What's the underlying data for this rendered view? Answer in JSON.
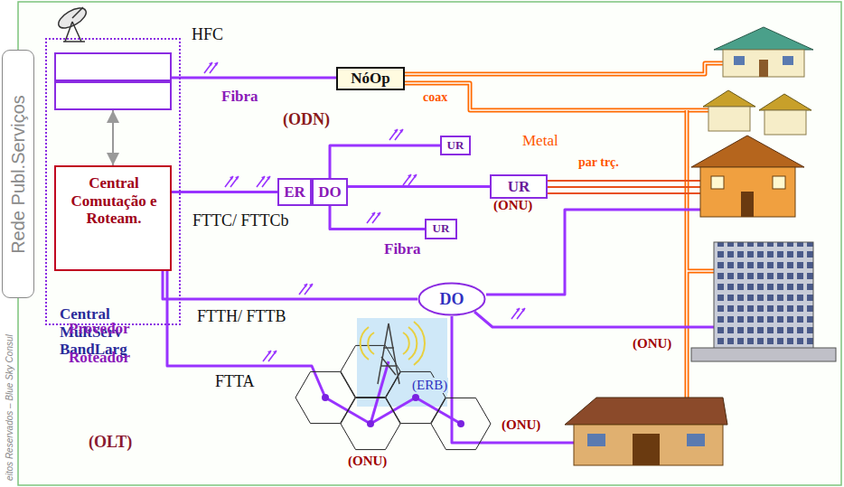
{
  "diagram": {
    "nodes": [
      {
        "text": [
          "Rede Publ.Serviços"
        ]
      },
      {
        "text": [
          "Central MultServ BandLarg"
        ]
      },
      {
        "text": [
          "Provedor"
        ],
        "in": 1
      },
      {
        "text": [
          "Roteador"
        ],
        "in": 1
      },
      {
        "text": [
          "Central Comutação e Roteam.",
          "(OLT)"
        ],
        "in": 1
      },
      {
        "text": [
          "NóOp"
        ]
      },
      {
        "text": [
          "ER"
        ]
      },
      {
        "text": [
          "DO"
        ]
      },
      {
        "text": [
          "UR"
        ]
      },
      {
        "text": [
          "UR"
        ]
      },
      {
        "text": [
          "UR",
          "(ONU)"
        ]
      },
      {
        "text": [
          "DO"
        ]
      }
    ],
    "edges": [
      {
        "from": 2,
        "to": 5,
        "arrow": "none"
      },
      {
        "from": 4,
        "to": 6,
        "arrow": "none"
      },
      {
        "from": 7,
        "to": 8,
        "arrow": "none"
      },
      {
        "from": 7,
        "to": 9,
        "arrow": "none"
      },
      {
        "from": 7,
        "to": 10,
        "arrow": "none"
      },
      {
        "from": 4,
        "to": 11,
        "arrow": "none"
      },
      {
        "from": 3,
        "to": 4,
        "arrow": "both"
      }
    ],
    "labels": [
      "HFC",
      "Fibra",
      "(ODN)",
      "coax",
      "Metal",
      "par trç.",
      "FTTC/ FTTCb",
      "Fibra",
      "FTTH/ FTTB",
      "(ONU)",
      "(ONU)",
      "FTTA",
      "(ERB)",
      "(ONU)",
      "eitos Reservados – Blue Sky Consul"
    ]
  }
}
